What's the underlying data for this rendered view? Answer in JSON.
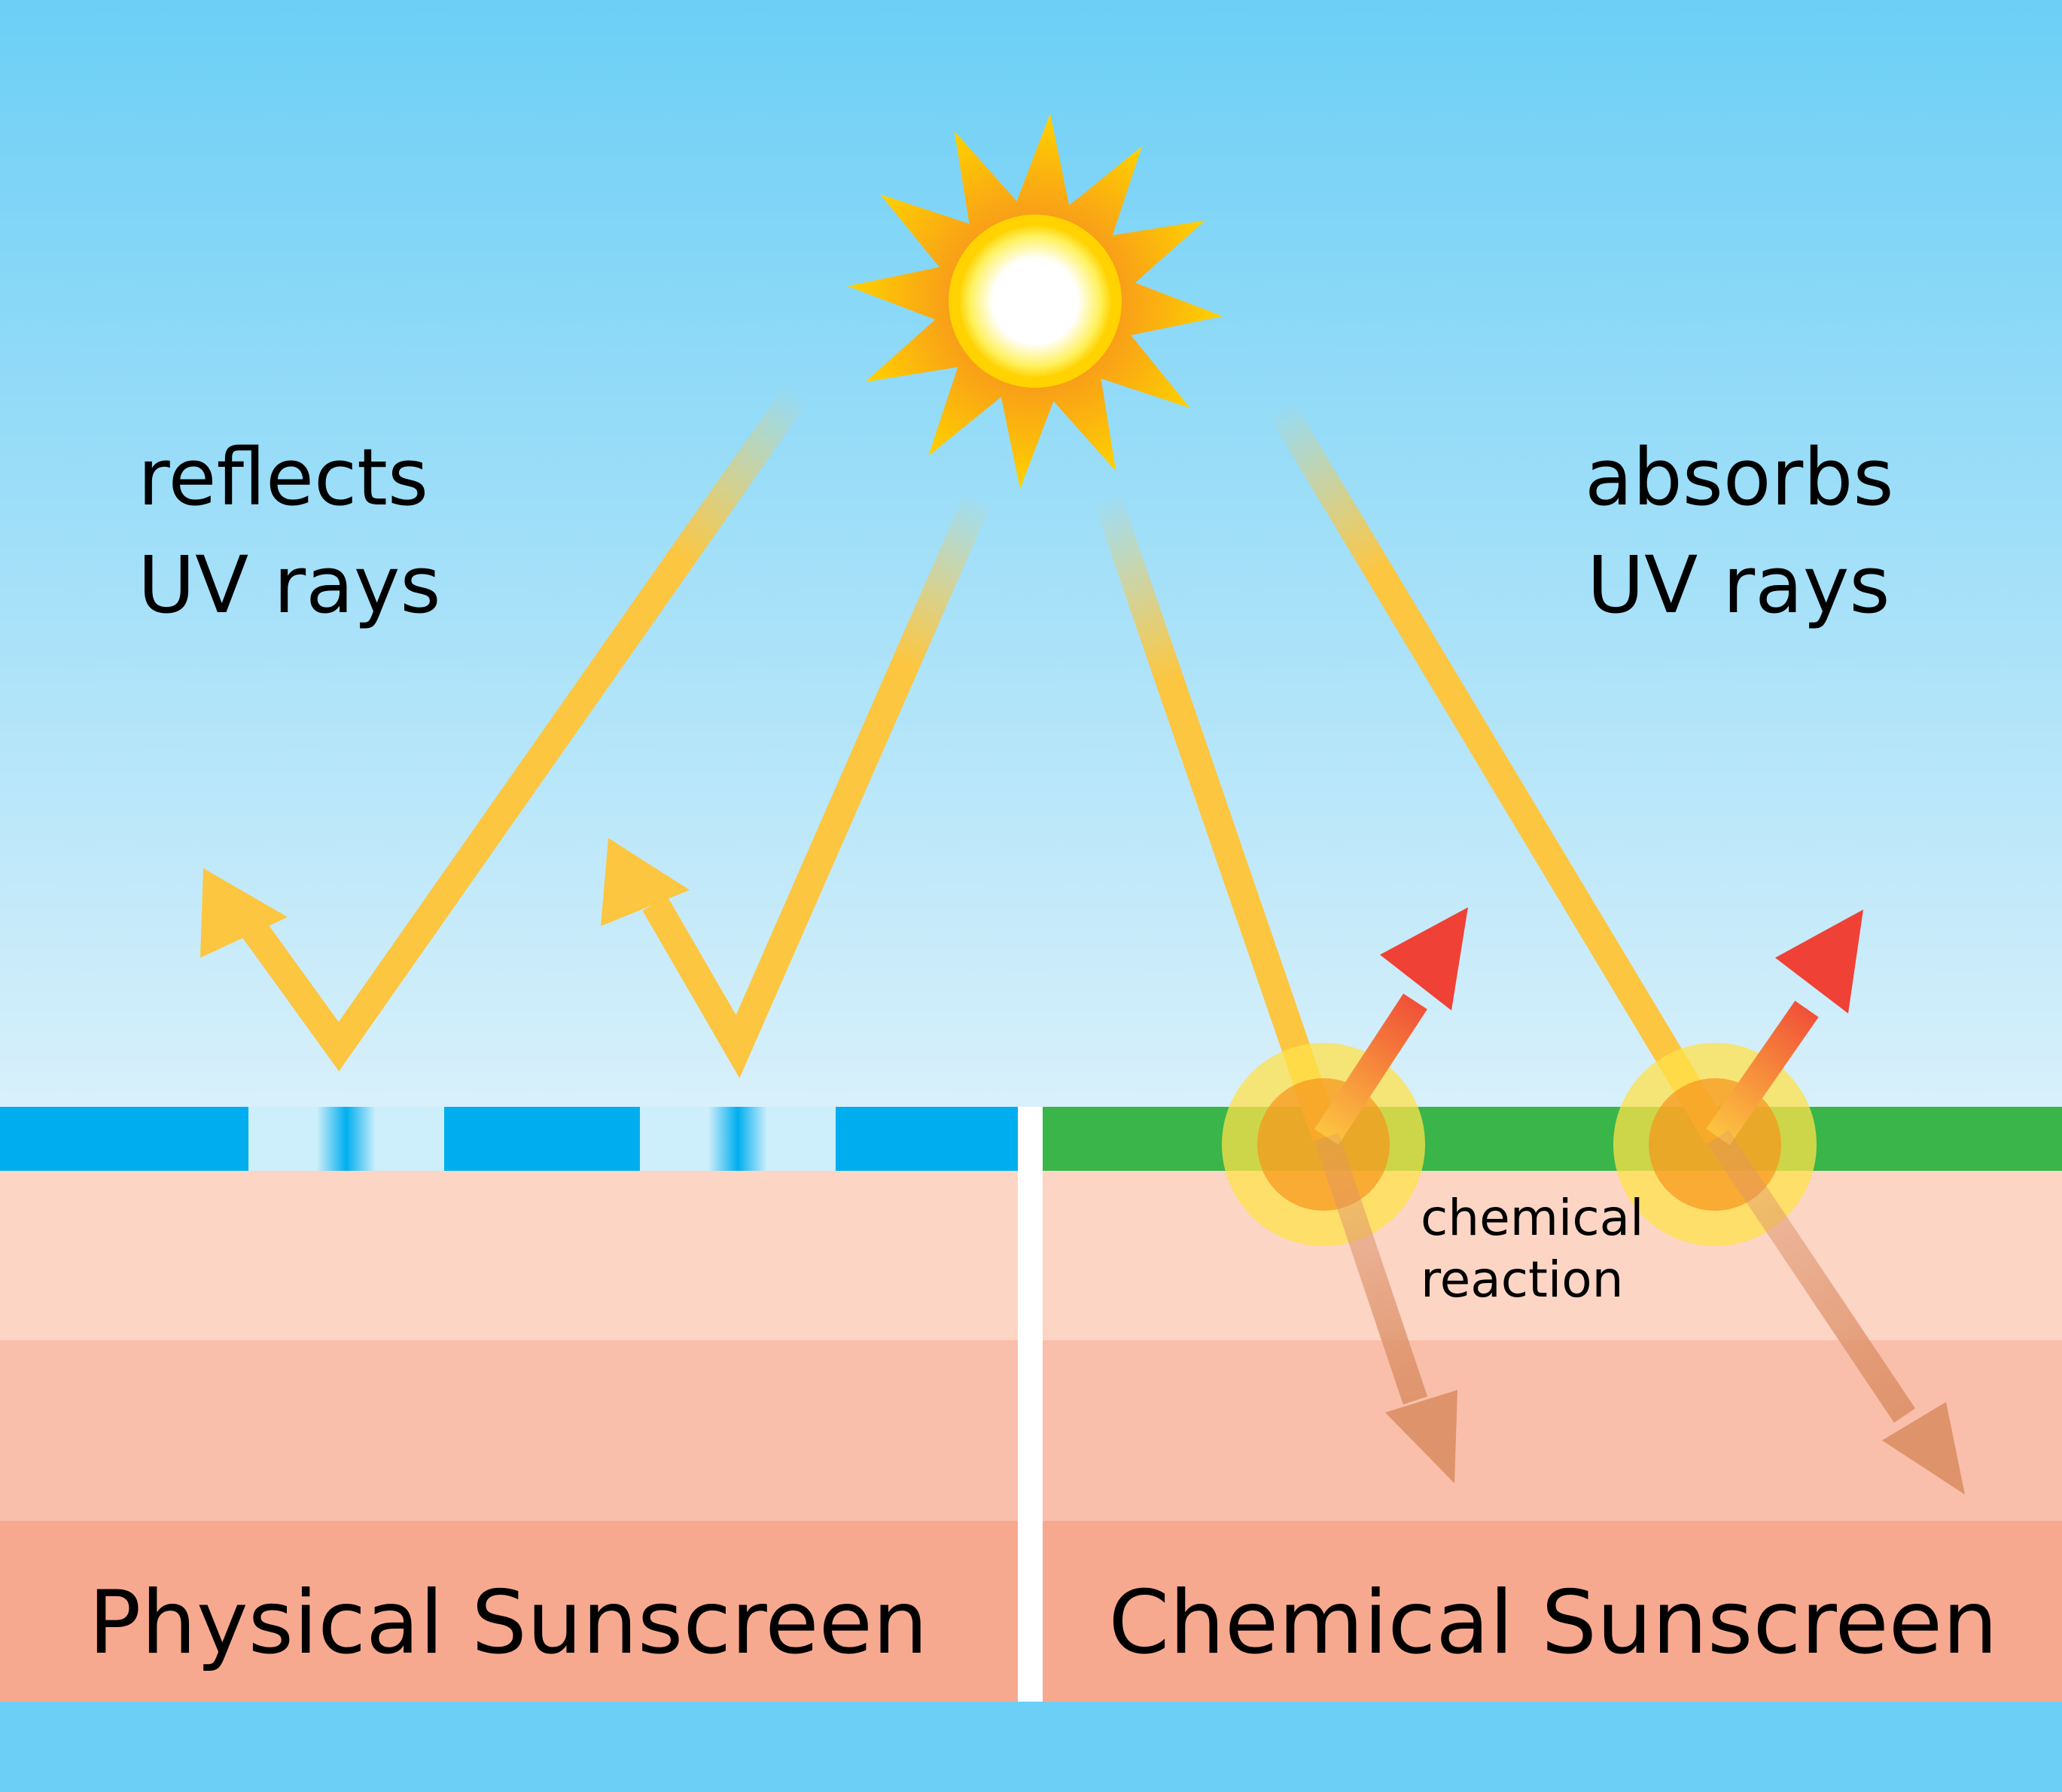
{
  "labels": {
    "left_caption": [
      "reflects",
      "UV rays"
    ],
    "right_caption": [
      "absorbs",
      "UV rays"
    ],
    "reaction_label": [
      "chemical",
      "reaction"
    ],
    "left_title": "Physical Sunscreen",
    "right_title": "Chemical Sunscreen"
  },
  "colors": {
    "sky_top": "#6ccff6",
    "sky_bottom": "#d8f0fb",
    "ray": "#fcc640",
    "physical_layer": "#00aeef",
    "chemical_layer": "#39b54a",
    "skin_top": "#fcd5c5",
    "skin_middle": "#f9bfab",
    "skin_bottom": "#f7a98f",
    "heat_arrow": "#ef4136",
    "absorbed_arrow": "#de936b",
    "sun_outer": "#f7941d",
    "sun_inner": "#ffd200",
    "text": "#000000"
  },
  "icons": {
    "sun": "sun-icon"
  }
}
